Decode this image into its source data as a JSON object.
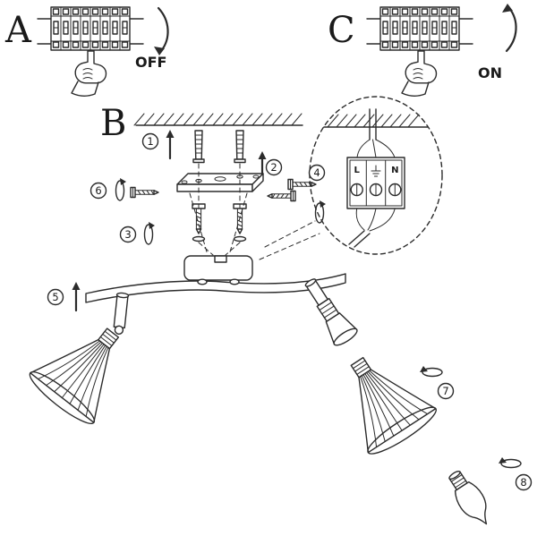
{
  "sections": {
    "a": "A",
    "b": "B",
    "c": "C"
  },
  "power": {
    "off_label": "OFF",
    "on_label": "ON"
  },
  "steps": [
    "1",
    "2",
    "3",
    "4",
    "5",
    "6",
    "7",
    "8"
  ],
  "terminal_block": {
    "live": "L",
    "neutral": "N"
  },
  "colors": {
    "line": "#2b2b2b",
    "background": "#ffffff"
  }
}
